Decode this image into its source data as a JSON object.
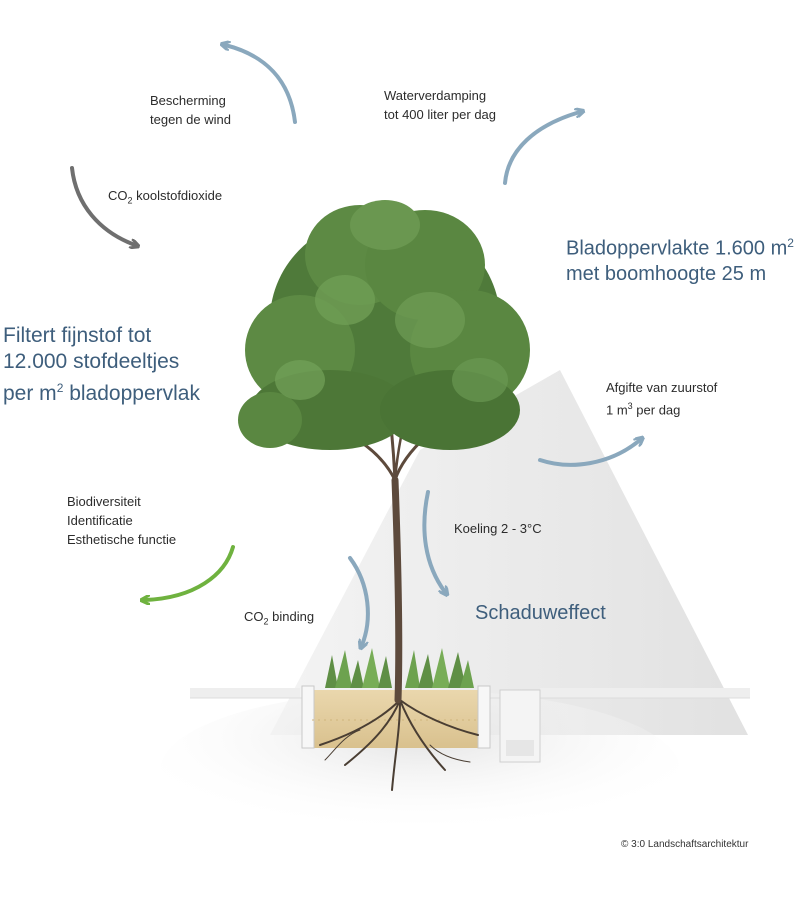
{
  "colors": {
    "arrow_blue": "#8aa8bd",
    "arrow_gray": "#6f6f6f",
    "arrow_green": "#6fb23f",
    "heading_blue": "#3e5e7c",
    "body_text": "#2c2c2c"
  },
  "labels": {
    "wind": [
      "Bescherming",
      "tegen de wind"
    ],
    "evaporation": [
      "Waterverdamping",
      "tot 400 liter per dag"
    ],
    "co2_absorb": {
      "pre": "CO",
      "sub": "2",
      "post": " koolstofdioxide"
    },
    "oxygen": {
      "line1": "Afgifte van zuurstof",
      "line2_pre": "1 m",
      "line2_sup": "3",
      "line2_post": " per dag"
    },
    "biodiversity": [
      "Biodiversiteit",
      "Identificatie",
      "Esthetische functie"
    ],
    "cooling": "Koeling 2 - 3°C",
    "co2_binding": {
      "pre": "CO",
      "sub": "2",
      "post": " binding"
    }
  },
  "headings": {
    "leaf_area": {
      "line1_pre": "Bladoppervlakte 1.600 m",
      "line1_sup": "2",
      "line2": "met boomhoogte 25 m"
    },
    "dust": {
      "line1": "Filtert fijnstof tot",
      "line2": "12.000 stofdeeltjes",
      "line3_pre": "per m",
      "line3_sup": "2",
      "line3_post": " bladoppervlak"
    },
    "shade": "Schaduweffect"
  },
  "credit": "© 3:0 Landschaftsarchitektur"
}
